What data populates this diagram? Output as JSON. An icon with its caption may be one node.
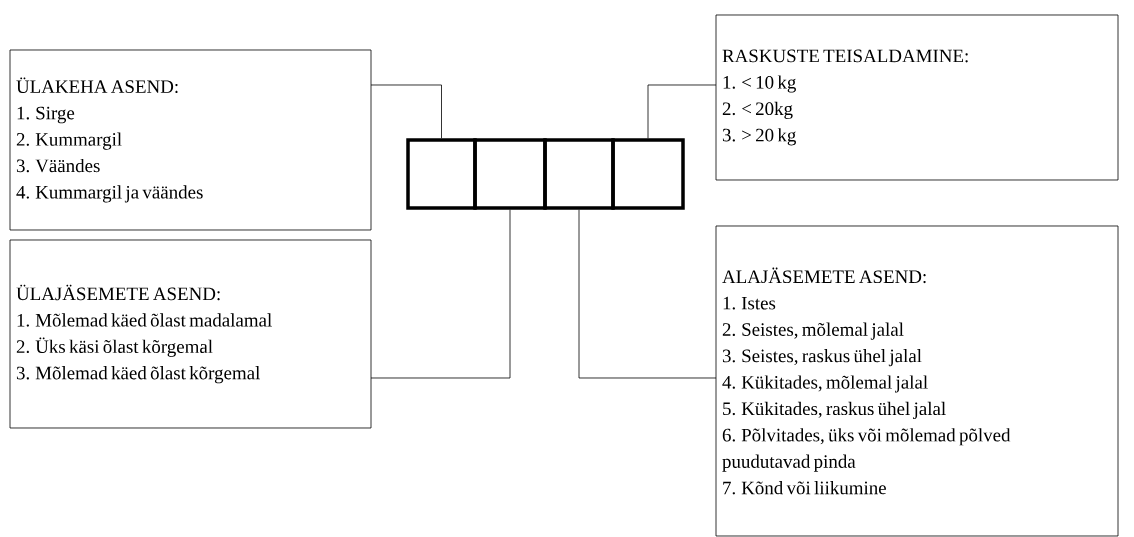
{
  "diagram": {
    "nodes": [
      {
        "text": [
          "ÜLAKEHA ASEND:",
          "1. Sirge",
          "2. Kummargil",
          "3. Väändes",
          "4. Kummargil ja väändes"
        ]
      },
      {
        "text": [
          "RASKUSTE TEISALDAMINE:",
          "1. < 10 kg",
          "2. < 20kg",
          "3. > 20 kg"
        ]
      },
      {
        "text": [
          "ÜLAJÄSEMETE ASEND:",
          "1. Mõlemad käed õlast madalamal",
          "2. Üks käsi õlast kõrgemal",
          "3. Mõlemad käed õlast kõrgemal"
        ]
      },
      {
        "text": [
          "ALAJÄSEMETE ASEND:",
          "1. Istes",
          "2. Seistes, mõlemal jalal",
          "3. Seistes, raskus ühel jalal",
          "4. Kükitades, mõlemal jalal",
          "5. Kükitades, raskus ühel jalal",
          "6. Põlvitades, üks või mõlemad põlved puudutavad pinda",
          "7. Kõnd või liikumine"
        ]
      },
      {
        "text": [],
        "shape": "box"
      },
      {
        "text": [],
        "shape": "box"
      },
      {
        "text": [],
        "shape": "box"
      },
      {
        "text": [],
        "shape": "box"
      }
    ],
    "edges": [
      {
        "from": 0,
        "to": 4,
        "arrow": "none"
      },
      {
        "from": 1,
        "to": 7,
        "arrow": "none"
      },
      {
        "from": 2,
        "to": 5,
        "arrow": "none"
      },
      {
        "from": 3,
        "to": 6,
        "arrow": "none"
      }
    ]
  }
}
